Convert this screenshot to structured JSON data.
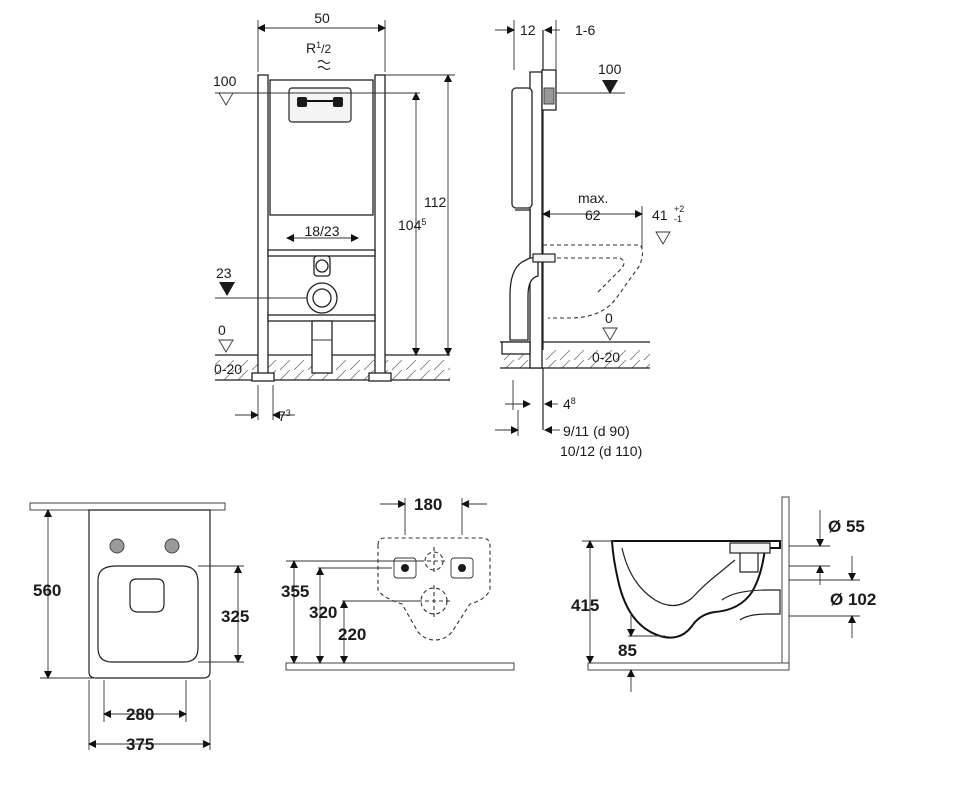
{
  "front_view": {
    "width": "50",
    "connection_label": "R",
    "connection_sup": "1",
    "connection_sub": "/2",
    "level_100": "100",
    "level_23": "23",
    "level_0": "0",
    "floor_range": "0-20",
    "height_112": "112",
    "height_104": "104",
    "height_104_sup": "5",
    "inlet_range": "18/23",
    "foot_offset": "7",
    "foot_offset_sup": "3"
  },
  "side_view": {
    "depth_12": "12",
    "adjust_1_6": "1-6",
    "level_100": "100",
    "max_label": "max.",
    "max_62": "62",
    "level_41": "41",
    "level_41_tol_plus": "+2",
    "level_41_tol_minus": "-1",
    "level_0": "0",
    "floor_range": "0-20",
    "depth_4": "4",
    "depth_4_sup": "8",
    "pipe_d90": "9/11 (d 90)",
    "pipe_d110": "10/12 (d 110)"
  },
  "bowl_top": {
    "length": "560",
    "seat_depth": "325",
    "inner_width": "280",
    "total_width": "375"
  },
  "bowl_rear": {
    "bolt_spacing": "180",
    "h355": "355",
    "h320": "320",
    "h220": "220"
  },
  "bowl_side": {
    "height": "415",
    "drop": "85",
    "d55": "Ø 55",
    "d102": "Ø 102"
  }
}
